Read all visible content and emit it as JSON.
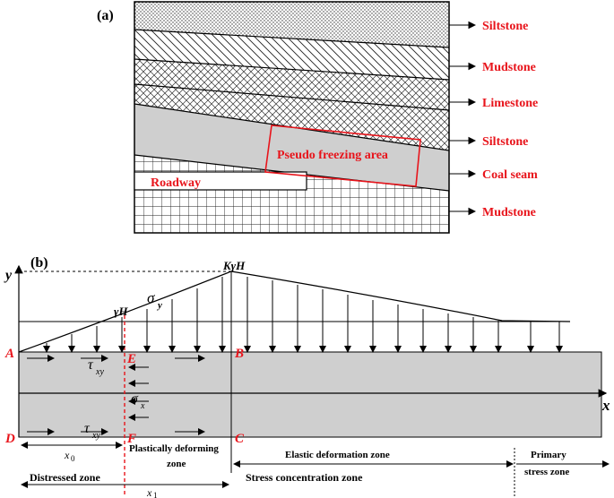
{
  "panel_a": {
    "label": "(a)",
    "strata": [
      {
        "name": "Siltstone",
        "pattern": "dots"
      },
      {
        "name": "Mudstone",
        "pattern": "hatch"
      },
      {
        "name": "Limestone",
        "pattern": "cross-hatch"
      },
      {
        "name": "Siltstone",
        "pattern": "gray"
      },
      {
        "name": "Coal seam",
        "pattern": "gray"
      },
      {
        "name": "Mudstone",
        "pattern": "grid"
      }
    ],
    "pseudo_freezing_area": "Pseudo freezing area",
    "roadway": "Roadway",
    "colors": {
      "label_red": "#e8141b",
      "coal_gray": "#cfcfcf"
    }
  },
  "panel_b": {
    "label": "(b)",
    "y_axis": "y",
    "x_axis": "x",
    "stress_peak": "KγH",
    "stress_initial": "γH",
    "sigma_y": "σ",
    "sigma_y_sub": "y",
    "sigma_x": "σ",
    "sigma_x_sub": "x",
    "tau_top": "τ",
    "tau_top_sub": "xy",
    "tau_bottom": "τ",
    "tau_bottom_sub": "xy",
    "points": {
      "A": "A",
      "B": "B",
      "C": "C",
      "D": "D",
      "E": "E",
      "F": "F"
    },
    "x0": "x",
    "x0_sub": "0",
    "x1": "x",
    "x1_sub": "1",
    "zones": {
      "plastic_line1": "Plastically deforming",
      "plastic_line2": "zone",
      "elastic": "Elastic deformation zone",
      "primary_line1": "Primary",
      "primary_line2": "stress zone",
      "distressed": "Distressed zone",
      "stress_concentration": "Stress concentration zone"
    }
  }
}
